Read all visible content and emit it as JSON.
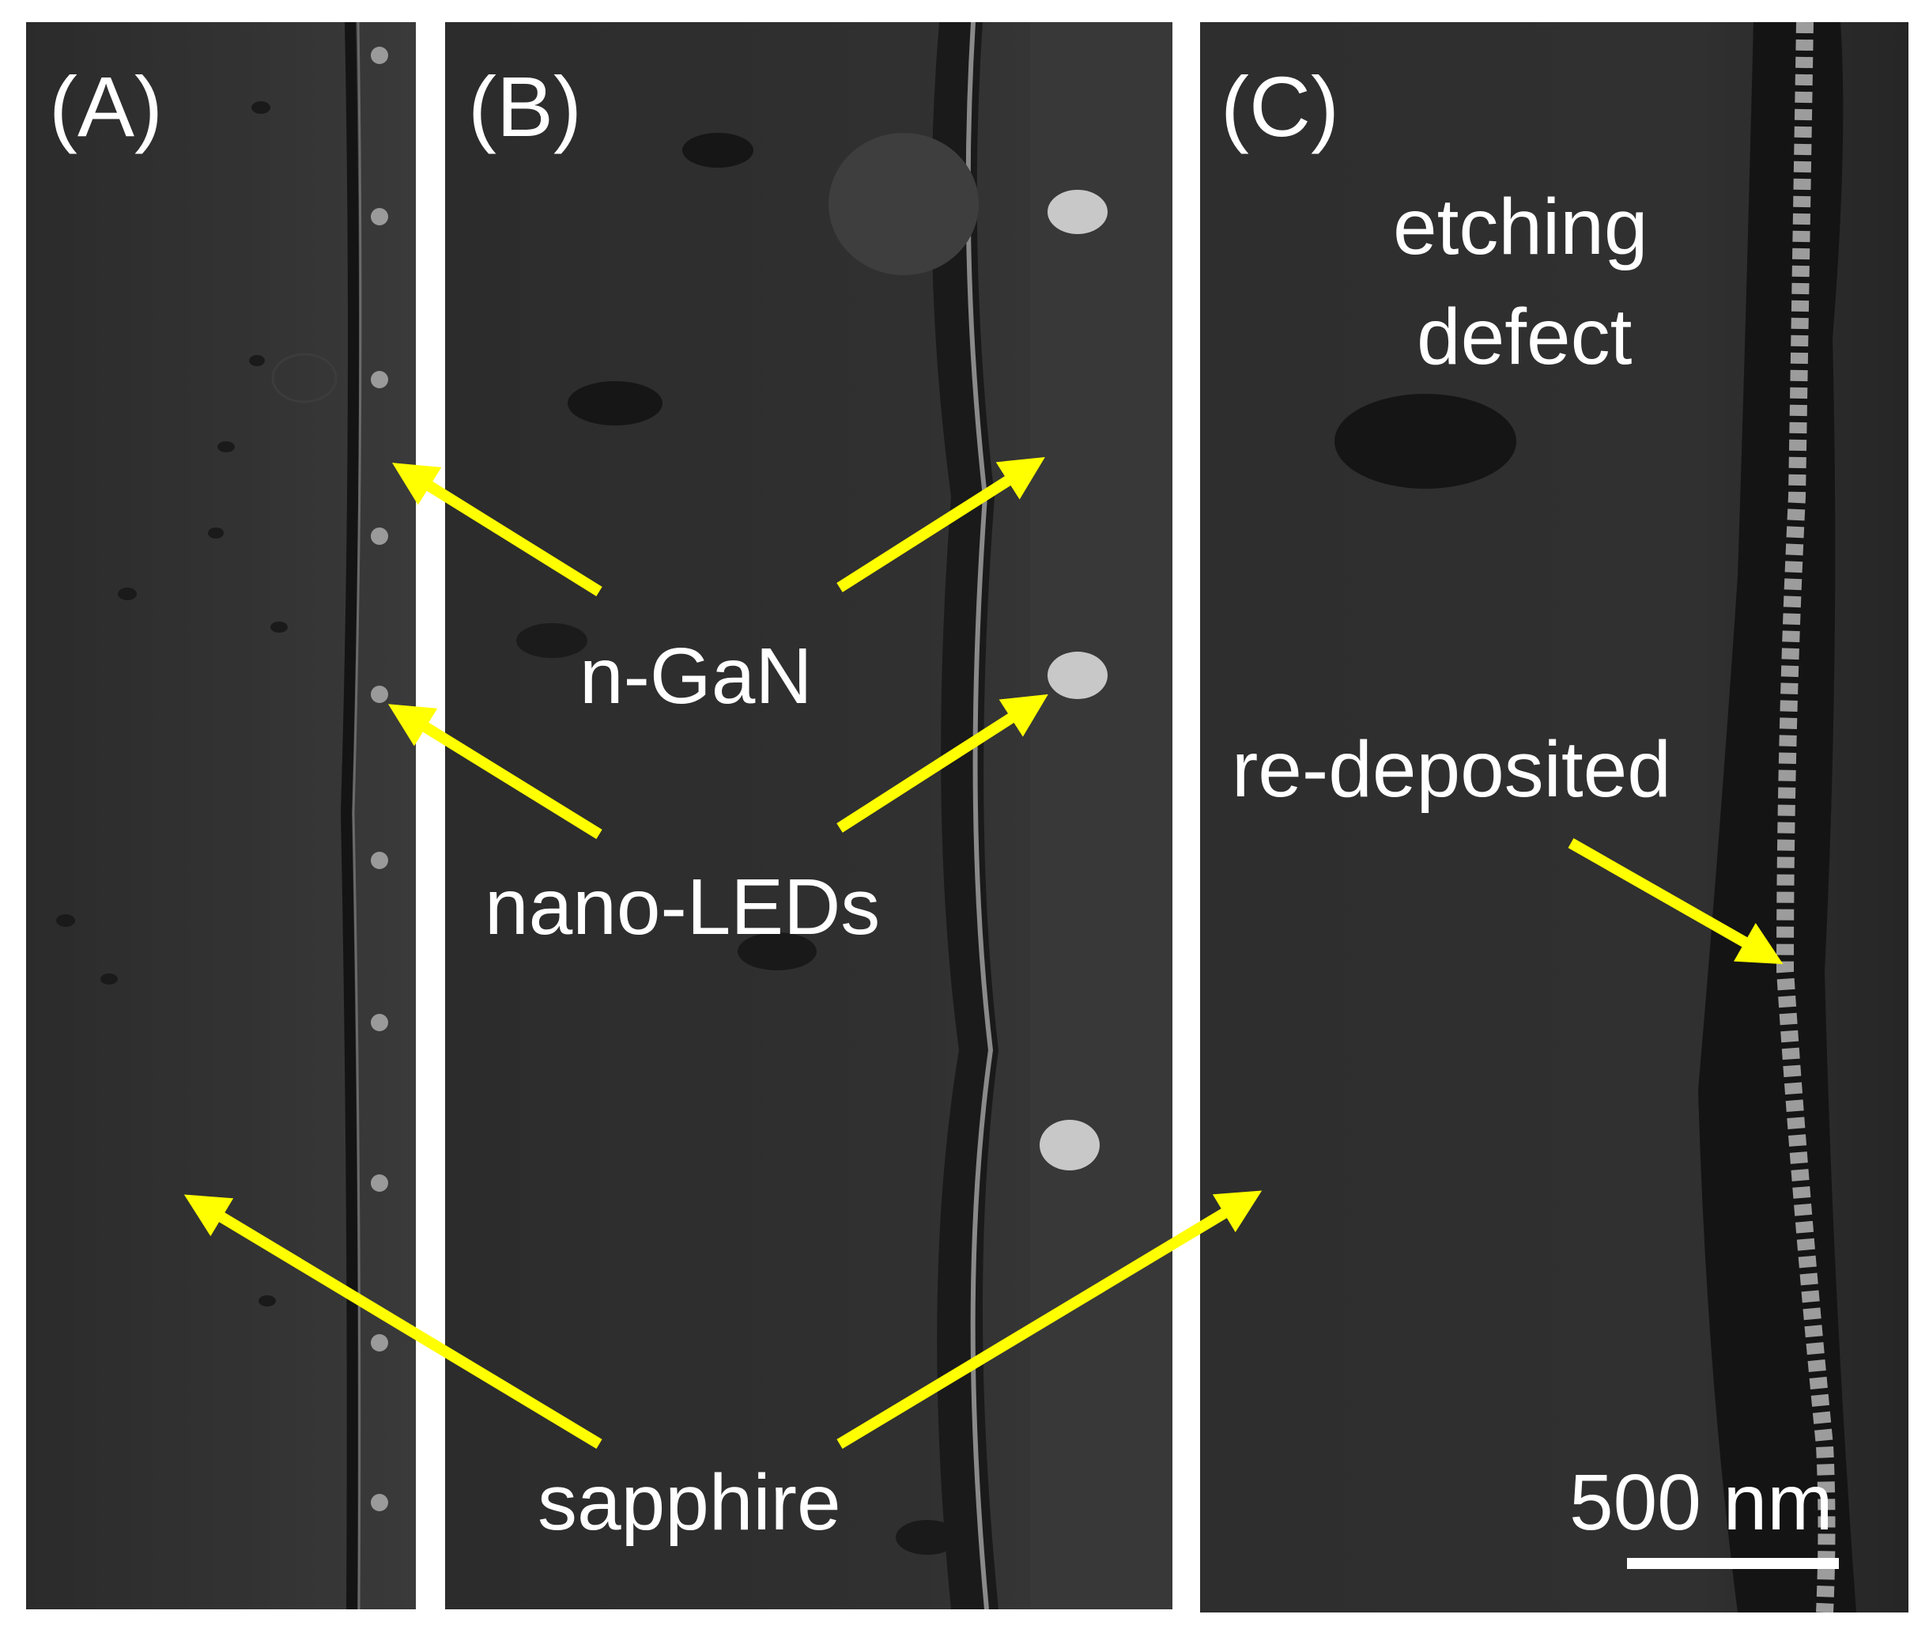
{
  "panels": [
    {
      "label": "(A)"
    },
    {
      "label": "(B)"
    },
    {
      "label": "(C)"
    }
  ],
  "annotations": {
    "n_gan": "n-GaN",
    "nano_leds": "nano-LEDs",
    "sapphire": "sapphire",
    "etching_defect_line1": "etching",
    "etching_defect_line2": "defect",
    "re_deposited": "re-deposited"
  },
  "scale_bar": {
    "label": "500 nm"
  },
  "colors": {
    "arrow": "#ffff00",
    "background": "#2e2e2e",
    "text": "#ffffff"
  }
}
